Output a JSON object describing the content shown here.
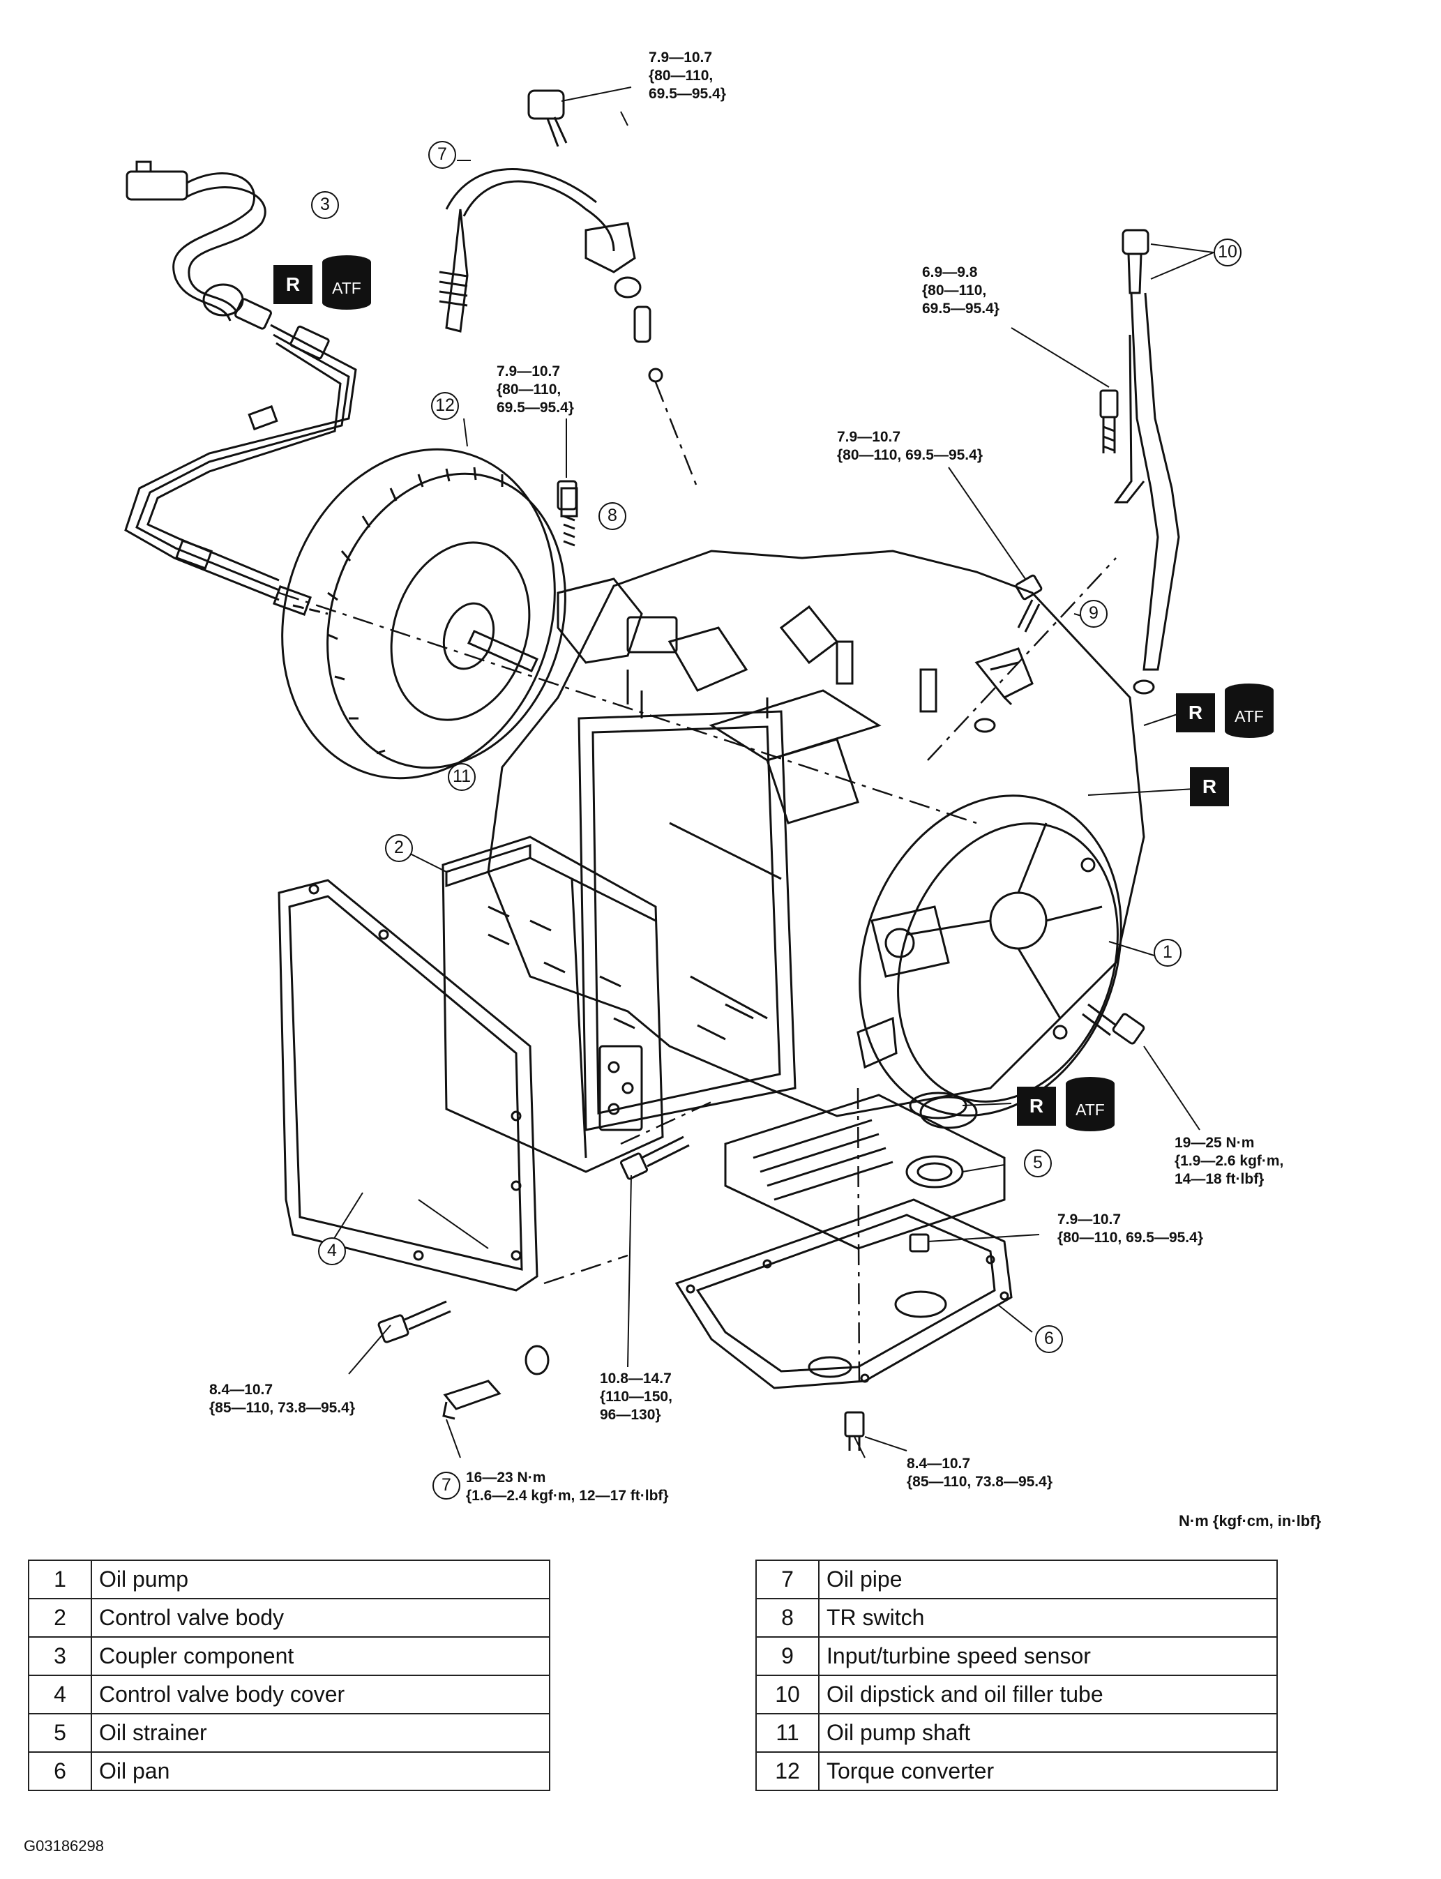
{
  "callouts": {
    "c1": "1",
    "c2": "2",
    "c3": "3",
    "c4": "4",
    "c5": "5",
    "c6": "6",
    "c7a": "7",
    "c7b": "7",
    "c8": "8",
    "c9": "9",
    "c10": "10",
    "c11": "11",
    "c12": "12"
  },
  "badges": {
    "r": "R",
    "atf": "ATF"
  },
  "torque_specs": {
    "oil_pipe_top": "7.9—10.7\n{80—110,\n69.5—95.4}",
    "tr_switch": "7.9—10.7\n{80—110,\n69.5—95.4}",
    "dipstick_tube": "6.9—9.8\n{80—110,\n69.5—95.4}",
    "speed_sensor": "7.9—10.7\n{80—110, 69.5—95.4}",
    "oil_pump": "19—25 N·m\n{1.9—2.6 kgf·m,\n14—18 ft·lbf}",
    "strainer": "7.9—10.7\n{80—110, 69.5—95.4}",
    "cover_bolt": "8.4—10.7\n{85—110, 73.8—95.4}",
    "valve_body_bolt": "10.8—14.7\n{110—150,\n96—130}",
    "oil_pipe_bottom": "16—23 N·m\n{1.6—2.4 kgf·m, 12—17 ft·lbf}",
    "oil_pan": "8.4—10.7\n{85—110, 73.8—95.4}"
  },
  "unit_note": "N·m {kgf·cm, in·lbf}",
  "legend": {
    "left": [
      {
        "num": "1",
        "name": "Oil pump"
      },
      {
        "num": "2",
        "name": "Control valve body"
      },
      {
        "num": "3",
        "name": "Coupler component"
      },
      {
        "num": "4",
        "name": "Control valve body cover"
      },
      {
        "num": "5",
        "name": "Oil strainer"
      },
      {
        "num": "6",
        "name": "Oil pan"
      }
    ],
    "right": [
      {
        "num": "7",
        "name": "Oil pipe"
      },
      {
        "num": "8",
        "name": "TR switch"
      },
      {
        "num": "9",
        "name": "Input/turbine speed sensor"
      },
      {
        "num": "10",
        "name": "Oil dipstick and oil filler tube"
      },
      {
        "num": "11",
        "name": "Oil pump shaft"
      },
      {
        "num": "12",
        "name": "Torque converter"
      }
    ]
  },
  "figure_code": "G03186298"
}
